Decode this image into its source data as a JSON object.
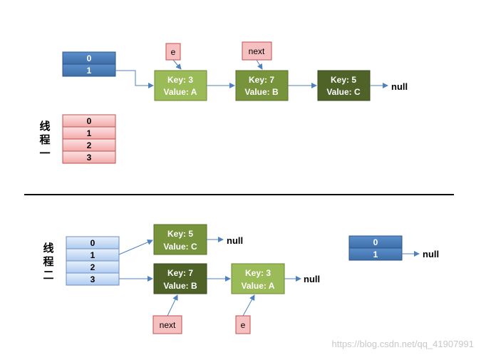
{
  "thread1": {
    "label": [
      "线",
      "程",
      "一"
    ],
    "old_table": [
      "0",
      "1"
    ],
    "new_table": [
      "0",
      "1",
      "2",
      "3"
    ],
    "pointers": {
      "e": "e",
      "next": "next"
    },
    "nodes": [
      {
        "key": "Key: 3",
        "value": "Value: A"
      },
      {
        "key": "Key: 7",
        "value": "Value: B"
      },
      {
        "key": "Key: 5",
        "value": "Value: C"
      }
    ],
    "null_label": "null"
  },
  "thread2": {
    "label": [
      "线",
      "程",
      "二"
    ],
    "new_table": [
      "0",
      "1",
      "2",
      "3"
    ],
    "nodes": [
      {
        "key": "Key: 5",
        "value": "Value: C"
      },
      {
        "key": "Key: 7",
        "value": "Value: B"
      },
      {
        "key": "Key: 3",
        "value": "Value: A"
      }
    ],
    "pointers": {
      "next": "next",
      "e": "e"
    },
    "old_table": [
      "0",
      "1"
    ],
    "null_label": "null"
  },
  "watermark": "https://blog.csdn.net/qq_41907991",
  "colors": {
    "blue_cell": "#4f81bd",
    "pink_cell": "#f4b8b8",
    "light_blue_cell": "#c6daf5",
    "node_green": "#77933c",
    "node_light_green": "#9bbb59",
    "node_dark_green": "#4f6228",
    "arrow": "#4f81bd"
  }
}
